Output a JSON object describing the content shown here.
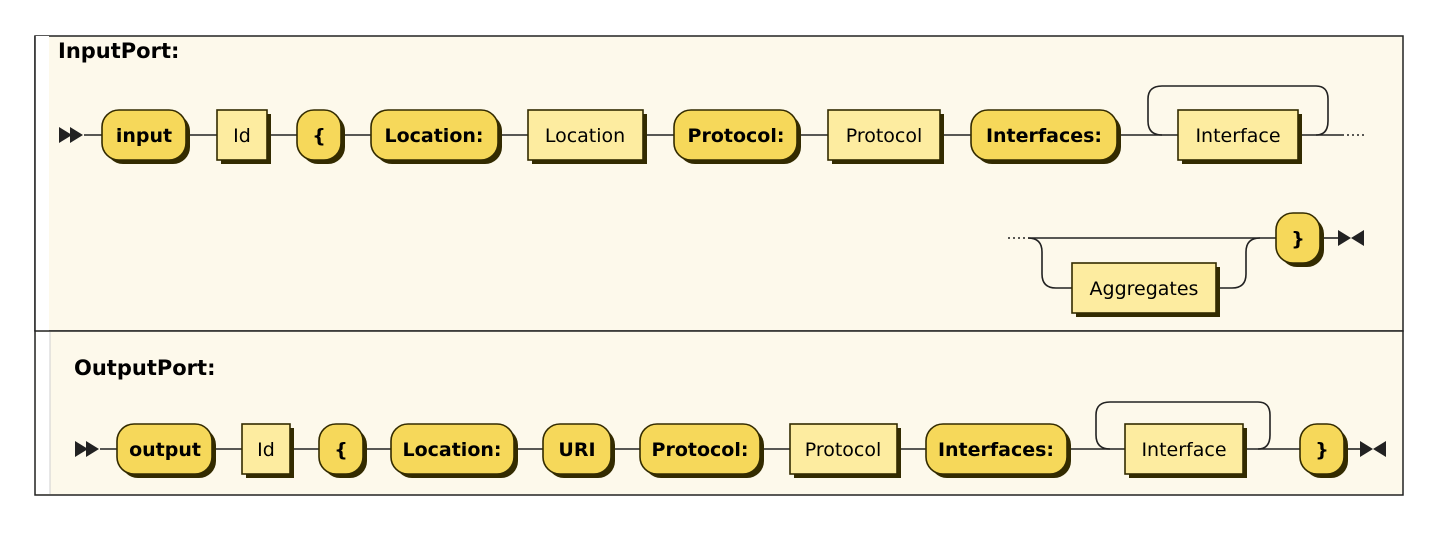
{
  "diagrams": [
    {
      "title": "InputPort:",
      "tokens": [
        {
          "text": "input",
          "kind": "terminal"
        },
        {
          "text": "Id",
          "kind": "nonterminal"
        },
        {
          "text": "{",
          "kind": "terminal"
        },
        {
          "text": "Location:",
          "kind": "terminal"
        },
        {
          "text": "Location",
          "kind": "nonterminal"
        },
        {
          "text": "Protocol:",
          "kind": "terminal"
        },
        {
          "text": "Protocol",
          "kind": "nonterminal"
        },
        {
          "text": "Interfaces:",
          "kind": "terminal"
        },
        {
          "text": "Interface",
          "kind": "nonterminal",
          "repeat": true
        },
        {
          "text": "Aggregates",
          "kind": "nonterminal",
          "optional": true
        },
        {
          "text": "}",
          "kind": "terminal"
        }
      ]
    },
    {
      "title": "OutputPort:",
      "tokens": [
        {
          "text": "output",
          "kind": "terminal"
        },
        {
          "text": "Id",
          "kind": "nonterminal"
        },
        {
          "text": "{",
          "kind": "terminal"
        },
        {
          "text": "Location:",
          "kind": "terminal"
        },
        {
          "text": "URI",
          "kind": "terminal"
        },
        {
          "text": "Protocol:",
          "kind": "terminal"
        },
        {
          "text": "Protocol",
          "kind": "nonterminal"
        },
        {
          "text": "Interfaces:",
          "kind": "terminal"
        },
        {
          "text": "Interface",
          "kind": "nonterminal",
          "repeat": true
        },
        {
          "text": "}",
          "kind": "terminal"
        }
      ]
    }
  ],
  "colors": {
    "background": "#fdf9eb",
    "terminal_fill": "#f6d85a",
    "nonterminal_fill": "#fdeca0",
    "shadow": "#332b00",
    "line": "#222222"
  }
}
